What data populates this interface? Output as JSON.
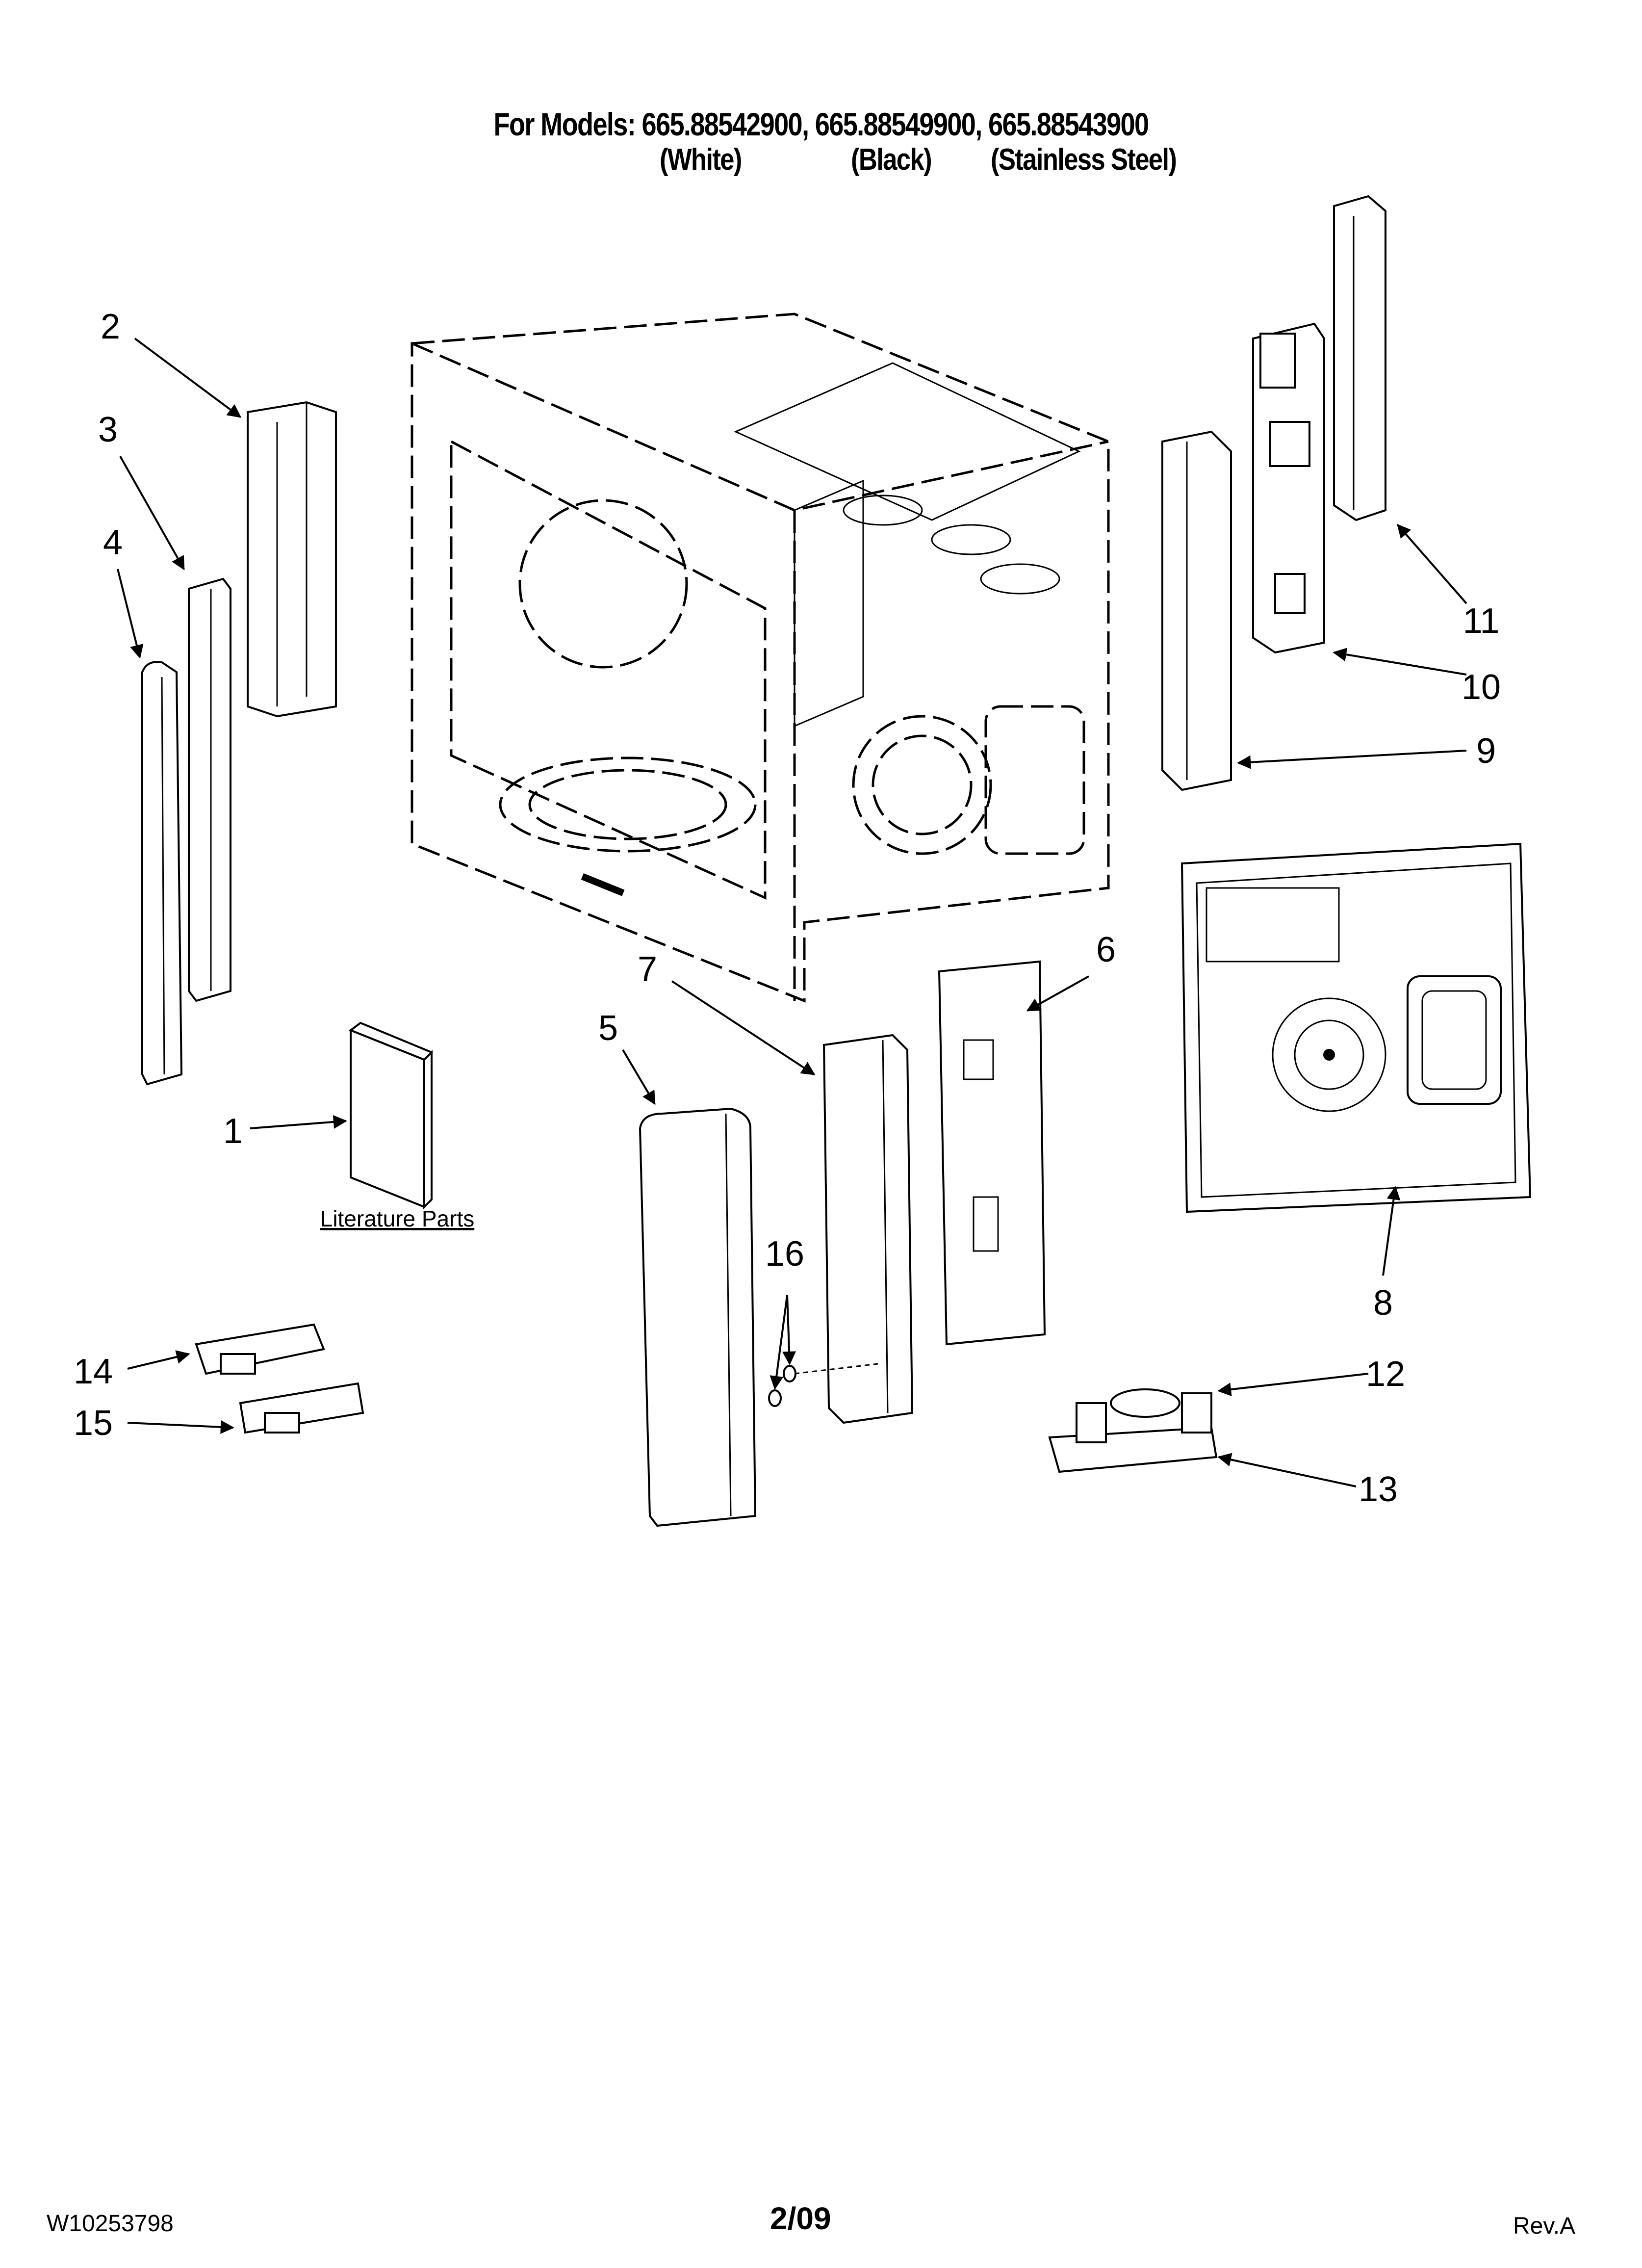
{
  "header": {
    "models_line": "For Models: 665.88542900, 665.88549900, 665.88543900",
    "variants": [
      "(White)",
      "(Black)",
      "(Stainless Steel)"
    ]
  },
  "callouts": [
    "1",
    "2",
    "3",
    "4",
    "5",
    "6",
    "7",
    "8",
    "9",
    "10",
    "11",
    "12",
    "13",
    "14",
    "15",
    "16"
  ],
  "literature_label": "Literature Parts",
  "footer": {
    "doc_id": "W10253798",
    "page": "2/09",
    "revision": "Rev.A"
  }
}
